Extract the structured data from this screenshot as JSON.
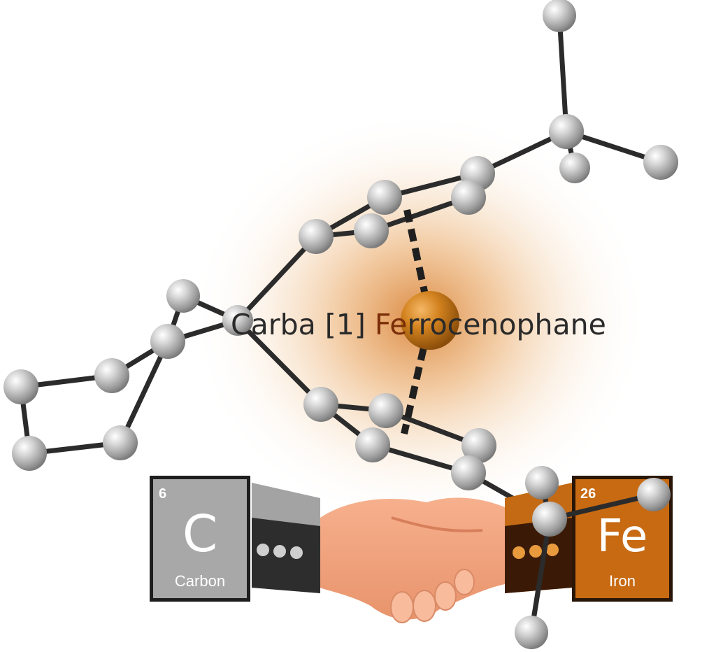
{
  "title": {
    "left": "Carba [1] ",
    "fe": "Fe",
    "right": "rrocenophane"
  },
  "element_tiles": [
    {
      "number": "6",
      "symbol": "C",
      "name": "Carbon",
      "color": "#a8a8a8"
    },
    {
      "number": "26",
      "symbol": "Fe",
      "name": "Iron",
      "color": "#c76a12"
    }
  ],
  "colors": {
    "glow": "#e8a25a",
    "iron_atom": "#d2821e",
    "carbon_atom": "#c4c4c4",
    "bond": "#2b2b2b",
    "skin": "#f2a782",
    "sleeve_left": "#a3a3a3",
    "sleeve_right": "#b25f10"
  },
  "icons": [
    "handshake-icon"
  ]
}
